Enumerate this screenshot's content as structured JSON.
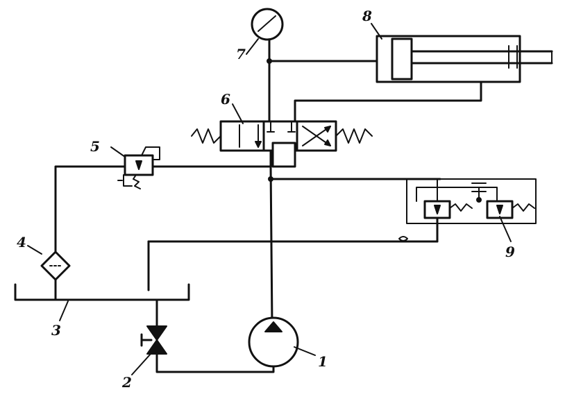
{
  "callouts": [
    {
      "id": "1",
      "text": "1",
      "component": "pump"
    },
    {
      "id": "2",
      "text": "2",
      "component": "shutoff-valve"
    },
    {
      "id": "3",
      "text": "3",
      "component": "tank"
    },
    {
      "id": "4",
      "text": "4",
      "component": "filter"
    },
    {
      "id": "5",
      "text": "5",
      "component": "relief-valve"
    },
    {
      "id": "6",
      "text": "6",
      "component": "directional-valve"
    },
    {
      "id": "7",
      "text": "7",
      "component": "pressure-gauge"
    },
    {
      "id": "8",
      "text": "8",
      "component": "hydraulic-cylinder"
    },
    {
      "id": "9",
      "text": "9",
      "component": "pressure-reducing-valve-block"
    }
  ],
  "colors": {
    "ink": "#111111",
    "paper": "#ffffff"
  }
}
